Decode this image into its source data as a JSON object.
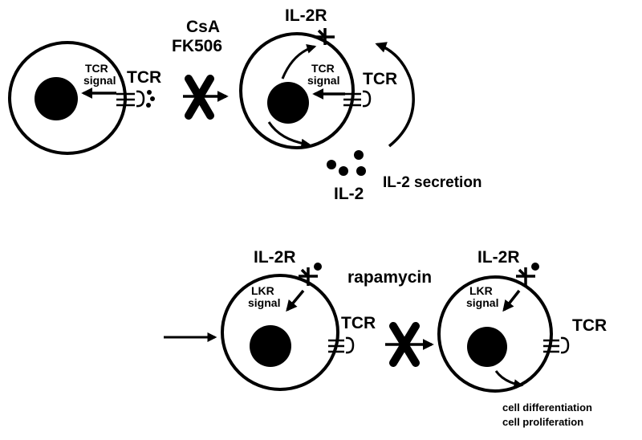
{
  "top_left_cell": {
    "tcr_label": "TCR",
    "signal_line1": "TCR",
    "signal_line2": "signal"
  },
  "drugs": {
    "line1": "CsA",
    "line2": "FK506"
  },
  "top_right_cell": {
    "il2r_label": "IL-2R",
    "tcr_label": "TCR",
    "signal_line1": "TCR",
    "signal_line2": "signal",
    "il2_label": "IL-2",
    "secretion_label": "IL-2 secretion"
  },
  "bottom_drug": {
    "label": "rapamycin"
  },
  "bottom_left_cell": {
    "il2r_label": "IL-2R",
    "tcr_label": "TCR",
    "signal_line1": "LKR",
    "signal_line2": "signal"
  },
  "bottom_right_cell": {
    "il2r_label": "IL-2R",
    "tcr_label": "TCR",
    "signal_line1": "LKR",
    "signal_line2": "signal",
    "outcome_line1": "cell differentiation",
    "outcome_line2": "cell proliferation"
  }
}
